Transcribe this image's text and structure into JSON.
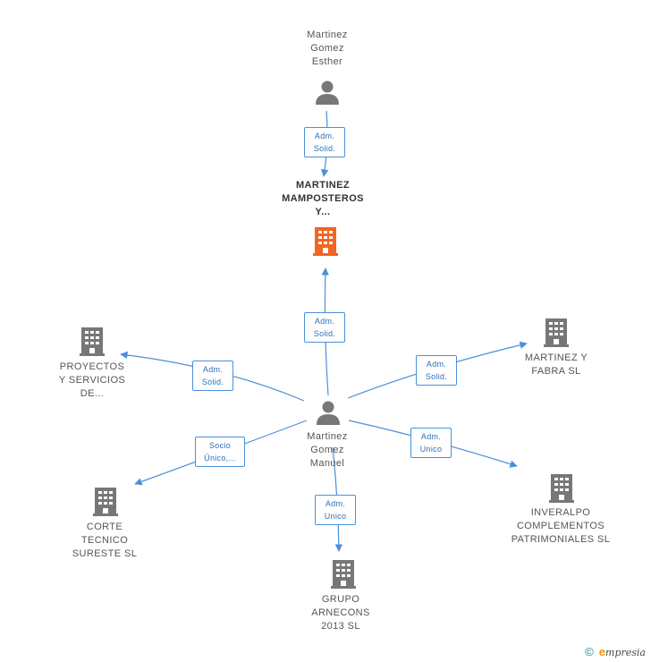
{
  "nodes": {
    "esther": {
      "lines": [
        "Martinez",
        "Gomez",
        "Esther"
      ],
      "icon": "person-icon"
    },
    "main_company": {
      "lines": [
        "MARTINEZ",
        "MAMPOSTEROS",
        "Y..."
      ],
      "icon": "building-icon",
      "color": "#f26522"
    },
    "manuel": {
      "lines": [
        "Martinez",
        "Gomez",
        "Manuel"
      ],
      "icon": "person-icon"
    },
    "proyectos": {
      "lines": [
        "PROYECTOS",
        "Y SERVICIOS",
        "DE..."
      ],
      "icon": "building-icon"
    },
    "martinez_fabra": {
      "lines": [
        "MARTINEZ Y",
        "FABRA SL"
      ],
      "icon": "building-icon"
    },
    "corte": {
      "lines": [
        "CORTE",
        "TECNICO",
        "SURESTE  SL"
      ],
      "icon": "building-icon"
    },
    "inveralpo": {
      "lines": [
        "INVERALPO",
        "COMPLEMENTOS",
        "PATRIMONIALES SL"
      ],
      "icon": "building-icon"
    },
    "grupo": {
      "lines": [
        "GRUPO",
        "ARNECONS",
        "2013  SL"
      ],
      "icon": "building-icon"
    }
  },
  "relations": {
    "esther_main": [
      "Adm.",
      "Solid."
    ],
    "manuel_main": [
      "Adm.",
      "Solid."
    ],
    "manuel_proyectos": [
      "Adm.",
      "Solid."
    ],
    "manuel_fabra": [
      "Adm.",
      "Solid."
    ],
    "manuel_corte": [
      "Socio",
      "Único,..."
    ],
    "manuel_inveralpo": [
      "Adm.",
      "Unico"
    ],
    "manuel_grupo": [
      "Adm.",
      "Unico"
    ]
  },
  "colors": {
    "edge": "#4a90d9",
    "node_gray": "#777777",
    "main": "#f26522"
  },
  "footer": {
    "copyright": "©",
    "brand_initial": "e",
    "brand_rest": "mpresia"
  }
}
